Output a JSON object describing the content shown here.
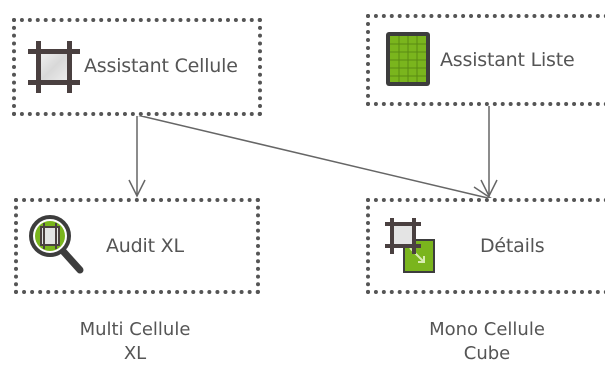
{
  "nodes": {
    "assistant_cellule": {
      "label": "Assistant Cellule",
      "icon": "crop-frame-icon"
    },
    "assistant_liste": {
      "label": "Assistant Liste",
      "icon": "green-grid-icon"
    },
    "audit_xl": {
      "label": "Audit XL",
      "icon": "magnifier-icon"
    },
    "details": {
      "label": "Détails",
      "icon": "crop-detail-icon"
    }
  },
  "captions": {
    "left": {
      "line1": "Multi Cellule",
      "line2": "XL"
    },
    "right": {
      "line1": "Mono Cellule",
      "line2": "Cube"
    }
  },
  "edges": [
    {
      "from": "assistant_cellule",
      "to": "audit_xl"
    },
    {
      "from": "assistant_cellule",
      "to": "details"
    },
    {
      "from": "assistant_liste",
      "to": "details"
    }
  ],
  "colors": {
    "border": "#555555",
    "text": "#555555",
    "arrow": "#666666",
    "accent_green": "#7ab51d"
  }
}
